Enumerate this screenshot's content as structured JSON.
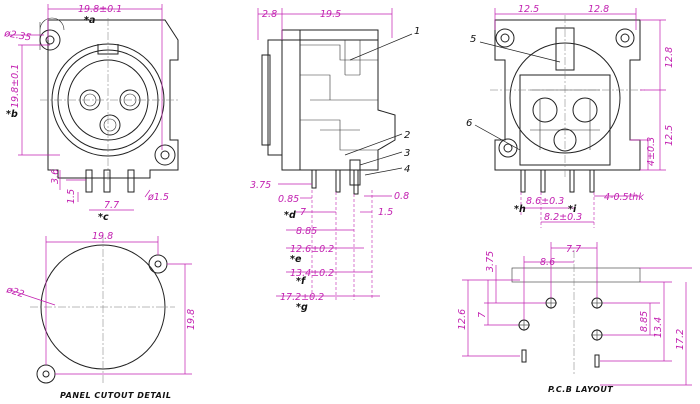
{
  "diagram": {
    "front_view": {
      "dims": {
        "width": "19.8±0.1",
        "height": "19.8±0.1",
        "hole": "ø2.35",
        "pin_height": "3.6",
        "pin_offset": "1.5",
        "pin_spacing": "7.7",
        "pin_diameter": "ø1.5"
      },
      "labels": {
        "a": "*a",
        "b": "*b",
        "c": "*c"
      }
    },
    "side_view": {
      "dims": {
        "d28": "2.8",
        "d195": "19.5",
        "d375": "3.75",
        "d085": "0.85",
        "d7": "7",
        "d885": "8.85",
        "d126": "12.6±0.2",
        "d134": "13.4±0.2",
        "d172": "17.2±0.2",
        "d08": "0.8",
        "d15": "1.5"
      },
      "labels": {
        "d": "*d",
        "e": "*e",
        "f": "*f",
        "g": "*g"
      },
      "callouts": [
        "1",
        "2",
        "3",
        "4"
      ]
    },
    "rear_view": {
      "dims": {
        "w1": "12.5",
        "w2": "12.8",
        "h1": "12.8",
        "h2": "12.5",
        "h3": "4±0.3",
        "p1": "8.6±0.3",
        "p2": "8.2±0.3",
        "thk": "4-0.5thk"
      },
      "labels": {
        "h": "*h",
        "i": "*i"
      },
      "callouts": [
        "5",
        "6"
      ]
    },
    "panel_cutout": {
      "dims": {
        "width": "19.8",
        "height": "19.8",
        "diameter": "ø22"
      },
      "caption": "PANEL CUTOUT DETAIL"
    },
    "pcb_layout": {
      "dims": {
        "d375": "3.75",
        "d86": "8.6",
        "d77": "7.7",
        "d7": "7",
        "d126": "12.6",
        "d885": "8.85",
        "d134": "13.4",
        "d172": "17.2"
      },
      "caption": "P.C.B LAYOUT"
    },
    "colors": {
      "dimension": "#c21fb0",
      "outline": "#222222"
    }
  }
}
